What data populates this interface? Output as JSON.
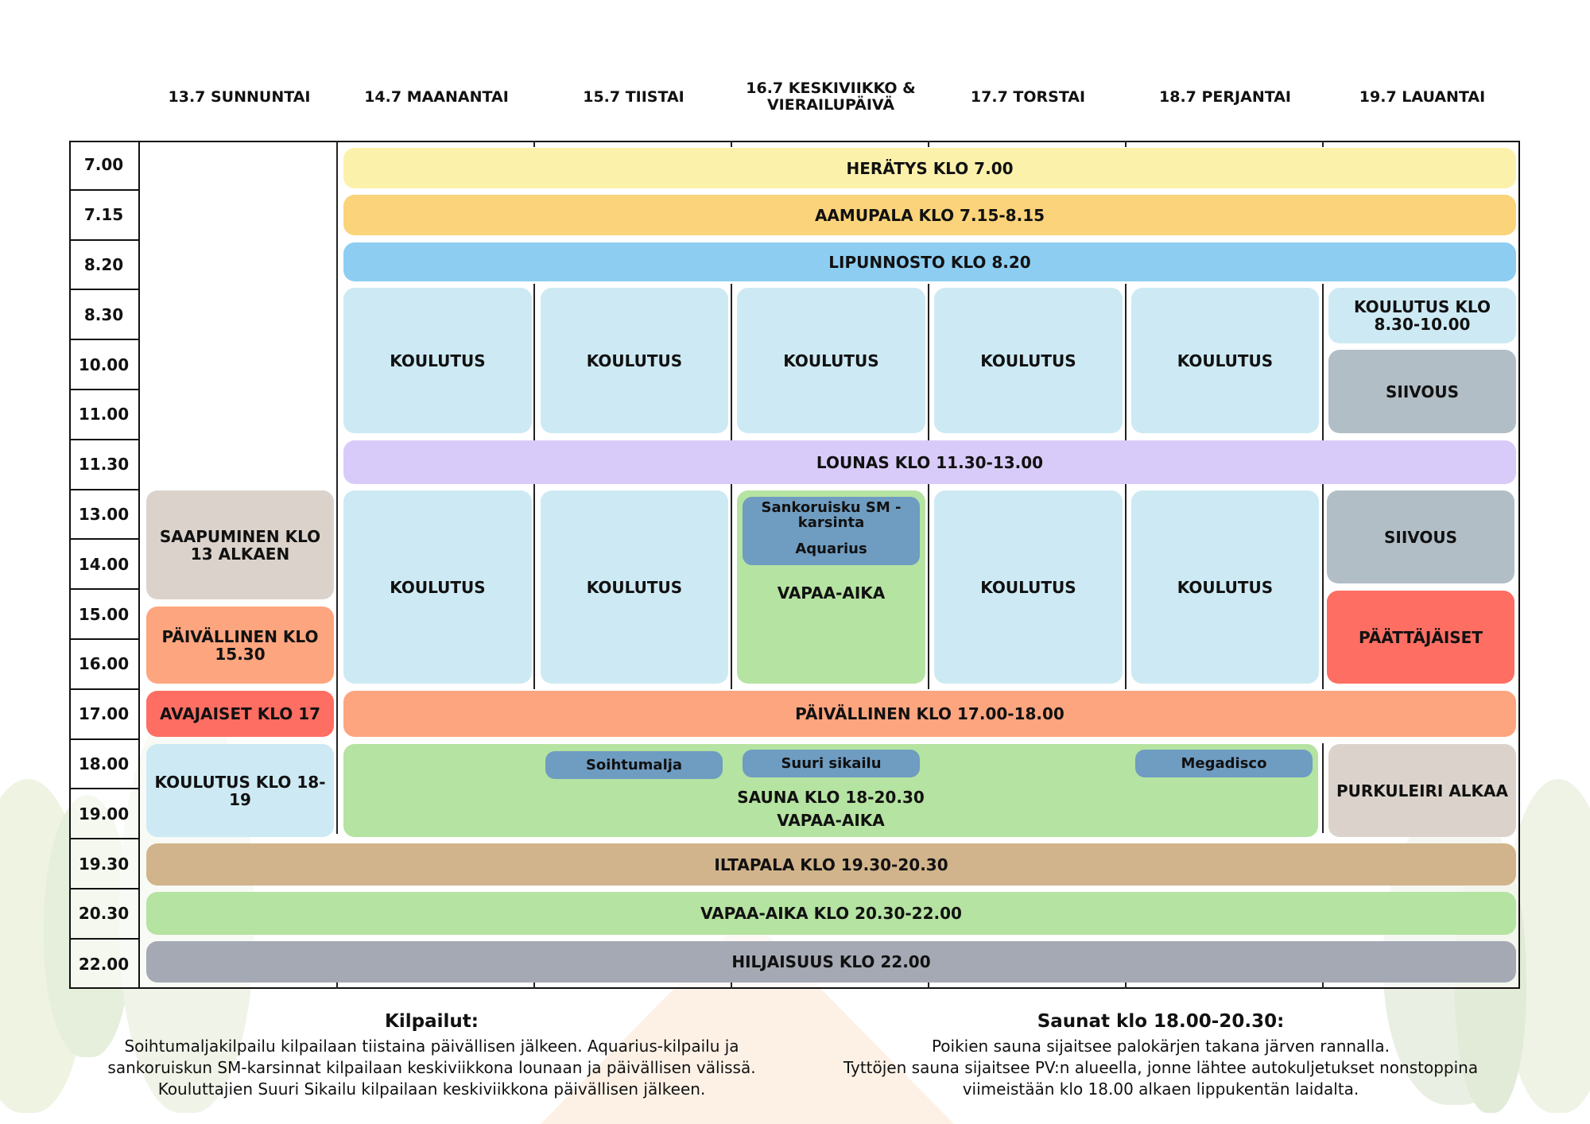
{
  "days": [
    "13.7 SUNNUNTAI",
    "14.7 MAANANTAI",
    "15.7 TIISTAI",
    "16.7 KESKIVIIKKO & VIERAILUPÄIVÄ",
    "17.7 TORSTAI",
    "18.7 PERJANTAI",
    "19.7 LAUANTAI"
  ],
  "times": [
    "7.00",
    "7.15",
    "8.20",
    "8.30",
    "10.00",
    "11.00",
    "11.30",
    "13.00",
    "14.00",
    "15.00",
    "16.00",
    "17.00",
    "18.00",
    "19.00",
    "19.30",
    "20.30",
    "22.00"
  ],
  "events": {
    "heratys": "HERÄTYS KLO 7.00",
    "aamupala": "AAMUPALA KLO 7.15-8.15",
    "lipunnosto": "LIPUNNOSTO KLO 8.20",
    "koulutus": "KOULUTUS",
    "koulutus_sat": "KOULUTUS KLO 8.30-10.00",
    "siivous": "SIIVOUS",
    "lounas": "LOUNAS KLO 11.30-13.00",
    "saapuminen": "SAAPUMINEN KLO 13 ALKAEN",
    "paivallinen_sun": "PÄIVÄLLINEN KLO 15.30",
    "avajaiset": "AVAJAISET KLO 17",
    "koulutus_sun": "KOULUTUS KLO 18-19",
    "sankoruisku": "Sankoruisku SM -karsinta",
    "aquarius": "Aquarius",
    "vapaa_aika": "VAPAA-AIKA",
    "paattajaiset": "PÄÄTTÄJÄISET",
    "paivallinen": "PÄIVÄLLINEN KLO 17.00-18.00",
    "soihtumalja": "Soihtumalja",
    "suuri_sikailu": "Suuri sikailu",
    "megadisco": "Megadisco",
    "sauna": "SAUNA KLO 18-20.30",
    "purkuleiri": "PURKULEIRI ALKAA",
    "iltapala": "ILTAPALA KLO 19.30-20.30",
    "vapaa_aika_ilta": "VAPAA-AIKA KLO 20.30-22.00",
    "hiljaisuus": "HILJAISUUS KLO 22.00"
  },
  "footer": {
    "kilpailut_title": "Kilpailut:",
    "kilpailut_lines": [
      "Soihtumaljakilpailu kilpailaan tiistaina päivällisen jälkeen. Aquarius-kilpailu ja",
      "sankoruiskun SM-karsinnat kilpailaan keskiviikkona lounaan ja päivällisen välissä.",
      "Kouluttajien Suuri Sikailu kilpailaan keskiviikkona päivällisen jälkeen."
    ],
    "saunat_title": "Saunat klo 18.00-20.30:",
    "saunat_lines": [
      "Poikien sauna sijaitsee palokärjen takana järven rannalla.",
      "Tyttöjen sauna sijaitsee PV:n alueella, jonne lähtee autokuljetukset nonstoppina",
      "viimeistään klo 18.00 alkaen lippukentän laidalta."
    ]
  },
  "colors": {
    "heratys": "#fbf1ab",
    "aamupala": "#fbd37a",
    "lipunnosto": "#8ecdf2",
    "koulutus": "#cdeaf4",
    "siivous": "#b2bec6",
    "lounas": "#d9cbf9",
    "saapuminen": "#dbd3cb",
    "paivallinen": "#fda57f",
    "avajaiset": "#fe6e62",
    "vapaa_aika": "#b5e3a1",
    "pill": "#6f9cc1",
    "iltapala": "#d1b48c",
    "hiljaisuus": "#a5a9b4"
  }
}
